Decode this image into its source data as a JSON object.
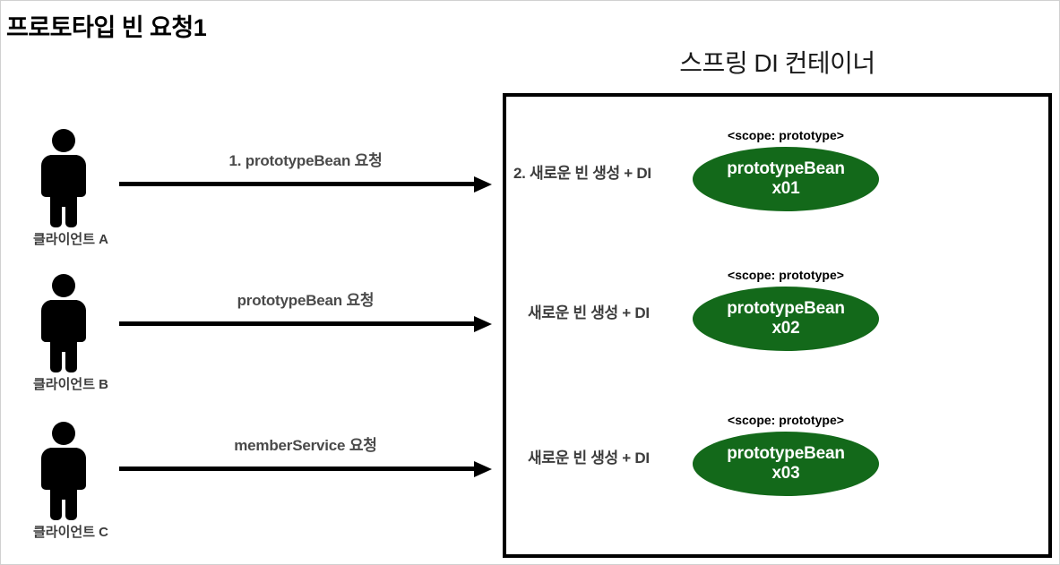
{
  "slide": {
    "title": "프로토타입 빈 요청1",
    "container_title": "스프링 DI 컨테이너"
  },
  "colors": {
    "bean_fill": "#13691a",
    "bean_text": "#ffffff",
    "arrow": "#000000",
    "label_text": "#4a4a4a",
    "container_border": "#000000",
    "page_border": "#d0d0d0"
  },
  "rows": [
    {
      "client_label": "클라이언트 A",
      "request_label": "1. prototypeBean 요청",
      "create_label": "2. 새로운 빈 생성 + DI",
      "bean_scope": "<scope: prototype>",
      "bean_name": "prototypeBean",
      "bean_id": "x01"
    },
    {
      "client_label": "클라이언트 B",
      "request_label": "prototypeBean 요청",
      "create_label": "새로운 빈 생성 + DI",
      "bean_scope": "<scope: prototype>",
      "bean_name": "prototypeBean",
      "bean_id": "x02"
    },
    {
      "client_label": "클라이언트 C",
      "request_label": "memberService 요청",
      "create_label": "새로운 빈 생성 + DI",
      "bean_scope": "<scope: prototype>",
      "bean_name": "prototypeBean",
      "bean_id": "x03"
    }
  ]
}
